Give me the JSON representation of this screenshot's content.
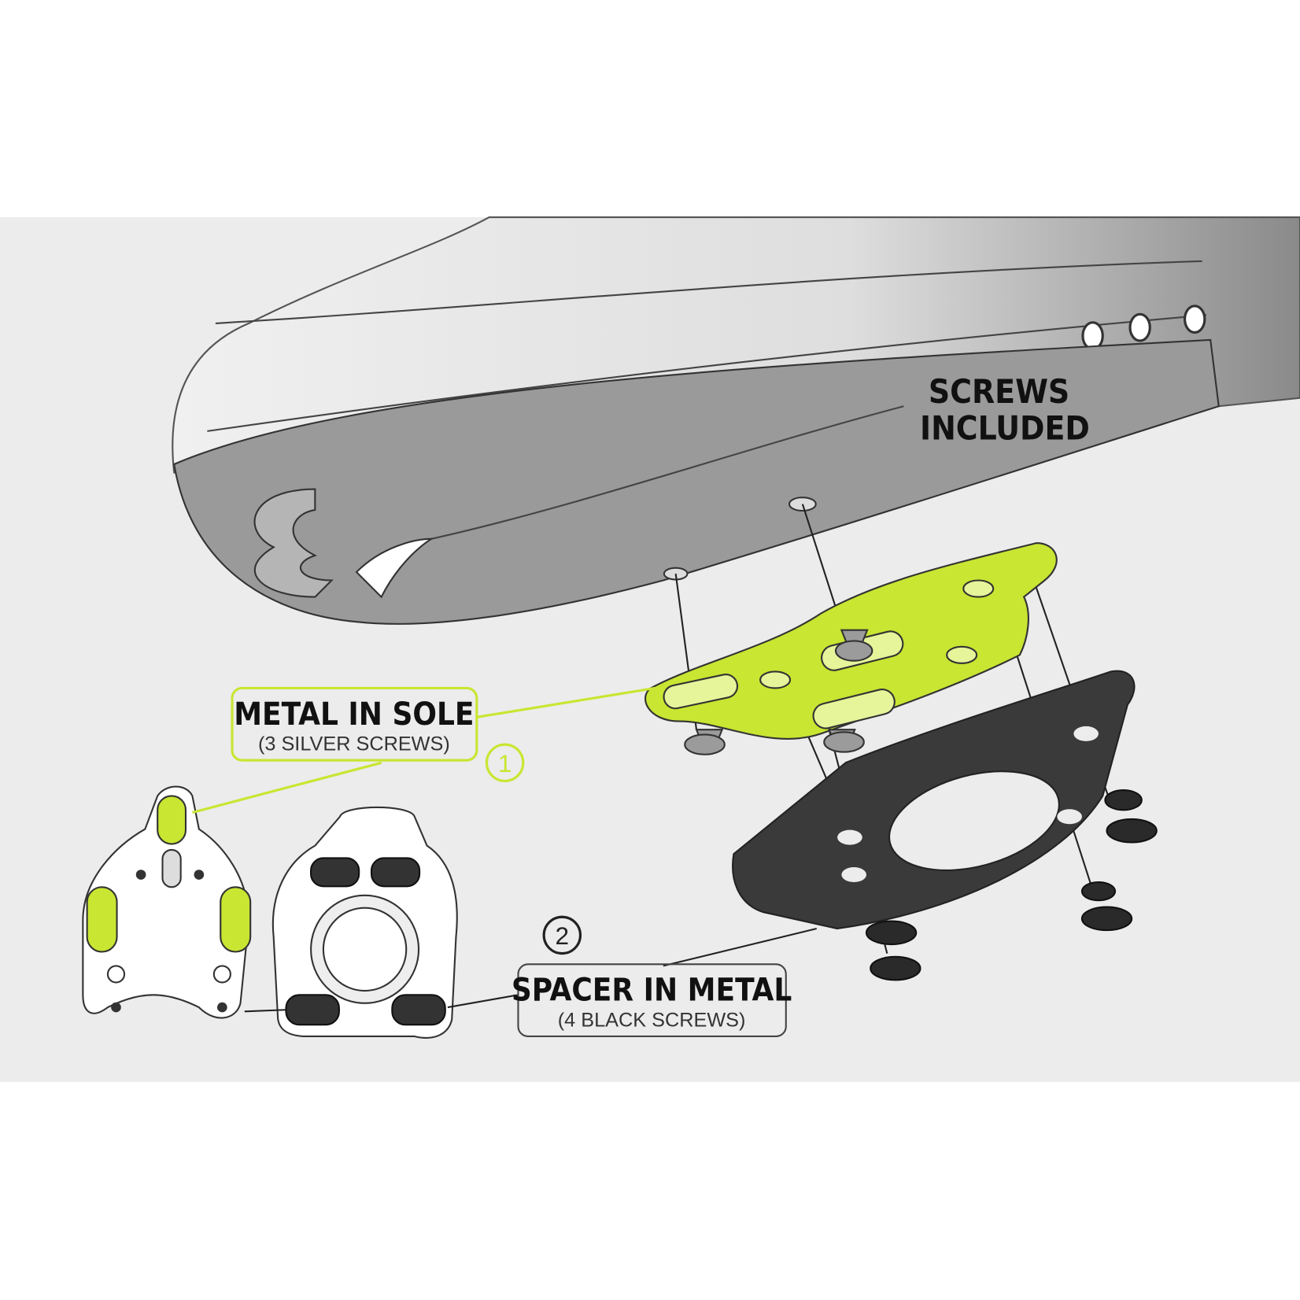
{
  "labels": {
    "screws_included_line1": "SCREWS",
    "screws_included_line2": "INCLUDED",
    "metal_in_sole_title": "METAL IN SOLE",
    "metal_in_sole_sub": "(3 SILVER SCREWS)",
    "spacer_title": "SPACER IN METAL",
    "spacer_sub": "(4 BLACK SCREWS)",
    "step1": "1",
    "step2": "2"
  },
  "colors": {
    "accent": "#c8e632",
    "background_band": "#ececec",
    "sole": "#9a9a9a",
    "spacer": "#3a3a3a"
  }
}
